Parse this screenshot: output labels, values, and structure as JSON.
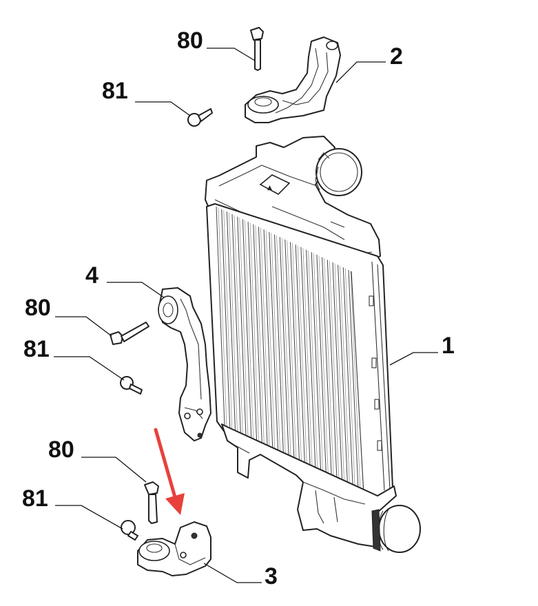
{
  "callouts": {
    "bolt_top": "80",
    "screw_top": "81",
    "bracket_top": "2",
    "bracket_left": "4",
    "bolt_mid": "80",
    "screw_mid": "81",
    "intercooler": "1",
    "bolt_bottom": "80",
    "screw_bottom": "81",
    "bracket_bottom": "3"
  },
  "colors": {
    "arrow": "#e8413c",
    "line": "#222222",
    "background": "#ffffff"
  }
}
